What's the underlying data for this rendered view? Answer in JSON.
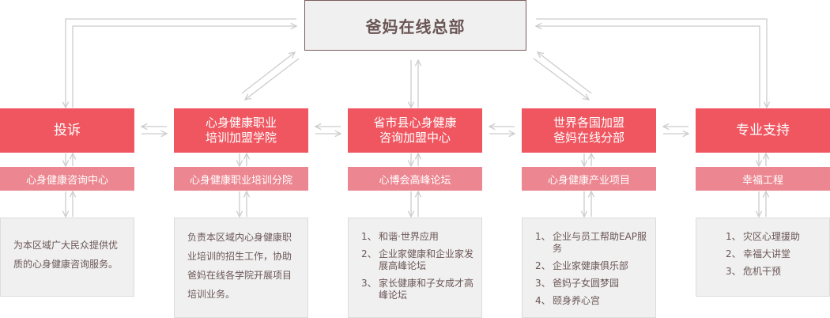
{
  "headquarters": {
    "title": "爸妈在线总部"
  },
  "colors": {
    "primary": "#ef5660",
    "secondary": "#ec8690",
    "panel": "#f0f0f0",
    "line": "#cccccc",
    "text": "#6b5656"
  },
  "columns": [
    {
      "title": "投诉",
      "subtitle": "心身健康咨询中心",
      "description": "为本区域广大民众提供优质的心身健康咨询服务。"
    },
    {
      "title_line1": "心身健康职业",
      "title_line2": "培训加盟学院",
      "subtitle": "心身健康职业培训分院",
      "description": "负责本区域内心身健康职业培训的招生工作，协助爸妈在线各学院开展项目培训业务。"
    },
    {
      "title_line1": "省市县心身健康",
      "title_line2": "咨询加盟中心",
      "subtitle": "心博会高峰论坛",
      "items": [
        {
          "num": "1、",
          "text": "和谐·世界应用"
        },
        {
          "num": "2、",
          "text": "企业家健康和企业家发展高峰论坛"
        },
        {
          "num": "3、",
          "text": "家长健康和子女成才高峰论坛"
        }
      ]
    },
    {
      "title_line1": "世界各国加盟",
      "title_line2": "爸妈在线分部",
      "subtitle": "心身健康产业项目",
      "items": [
        {
          "num": "1、",
          "text": "企业与员工帮助EAP服务"
        },
        {
          "num": "2、",
          "text": "企业家健康俱乐部"
        },
        {
          "num": "3、",
          "text": "爸妈子女圆梦园"
        },
        {
          "num": "4、",
          "text": "颐身养心宫"
        }
      ]
    },
    {
      "title": "专业支持",
      "subtitle": "幸福工程",
      "items": [
        {
          "num": "1、",
          "text": "灾区心理援助"
        },
        {
          "num": "2、",
          "text": "幸福大讲堂"
        },
        {
          "num": "3、",
          "text": "危机干预"
        }
      ]
    }
  ]
}
